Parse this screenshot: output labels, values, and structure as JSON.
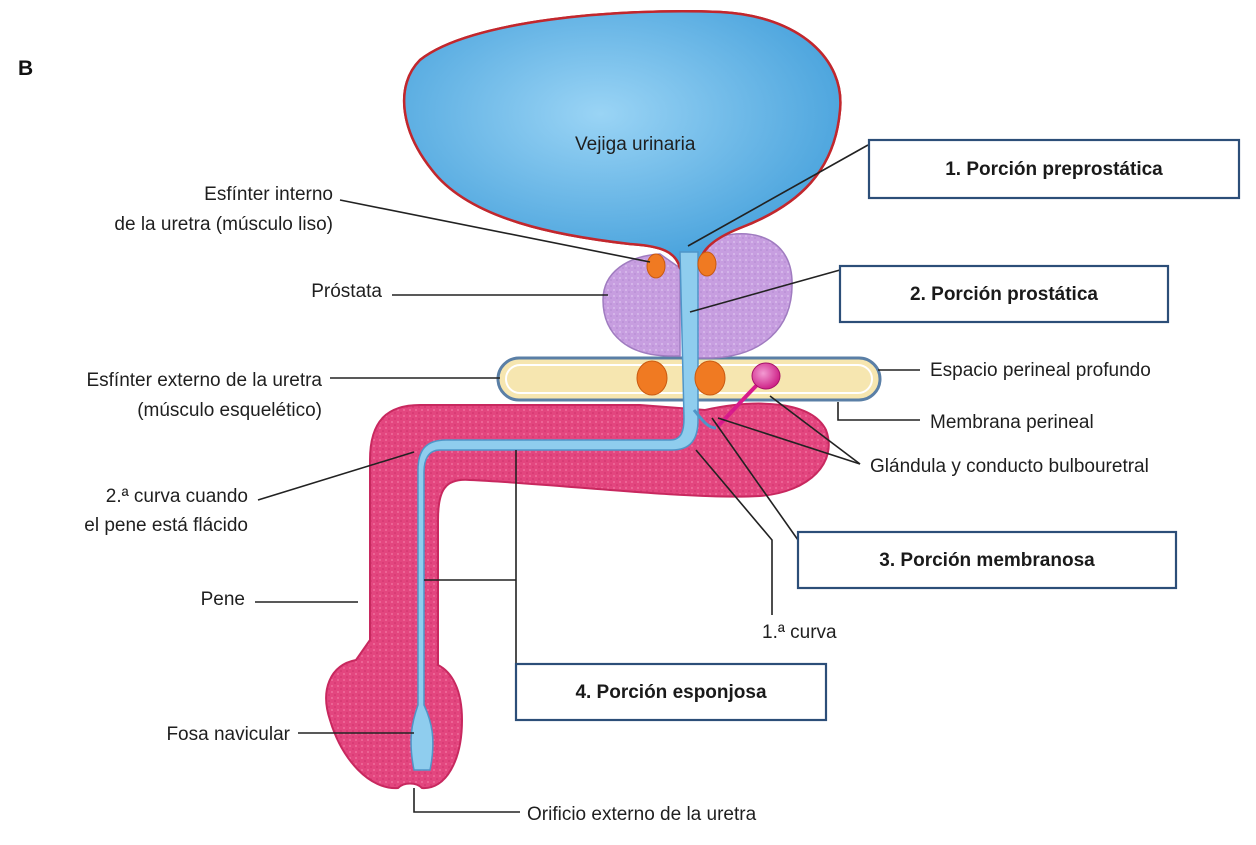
{
  "panel_letter": "B",
  "colors": {
    "bladder": "#56b0e6",
    "bladder_outline": "#c2272d",
    "prostate": "#c79ee0",
    "sphincter": "#f07a22",
    "urethra": "#8fcdee",
    "penis": "#e3467f",
    "penis_dark": "#c8285f",
    "perineal_space": "#f6e6b0",
    "perineal_outline": "#5a7fa6",
    "bulbourethral_gland": "#d81b8c",
    "box_border": "#2c4e78"
  },
  "labels": {
    "bladder": "Vejiga urinaria",
    "internal_sphincter_line1": "Esfínter interno",
    "internal_sphincter_line2": "de la uretra (músculo liso)",
    "prostate": "Próstata",
    "external_sphincter_line1": "Esfínter externo de la uretra",
    "external_sphincter_line2": "(músculo esquelético)",
    "second_curve_line1": "2.ª curva cuando",
    "second_curve_line2": "el pene está flácido",
    "penis": "Pene",
    "navicular_fossa": "Fosa navicular",
    "external_orifice": "Orificio externo de la uretra",
    "deep_perineal_space": "Espacio perineal profundo",
    "perineal_membrane": "Membrana perineal",
    "bulbourethral": "Glándula y conducto bulbouretral",
    "first_curve": "1.ª curva"
  },
  "boxes": {
    "preprostatic": "1. Porción preprostática",
    "prostatic": "2. Porción prostática",
    "membranous": "3. Porción membranosa",
    "spongy": "4. Porción esponjosa"
  }
}
